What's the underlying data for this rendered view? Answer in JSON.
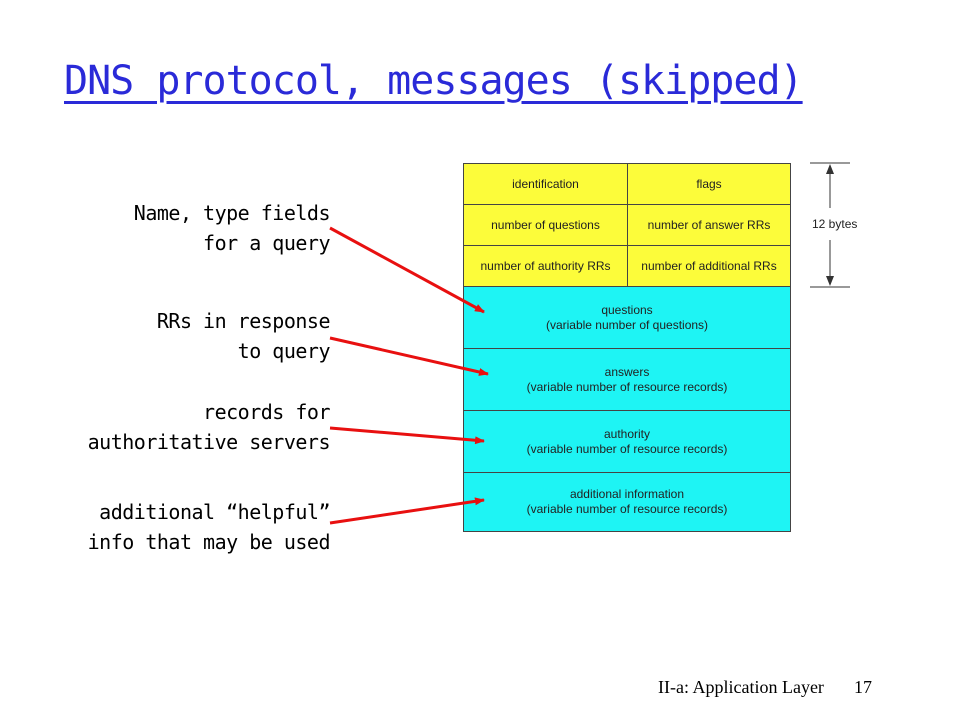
{
  "title": "DNS protocol, messages (skipped)",
  "labels": [
    {
      "line1": "Name, type fields",
      "line2": "for a query"
    },
    {
      "line1": "RRs in response",
      "line2": "to query"
    },
    {
      "line1": "records for",
      "line2": "authoritative servers"
    },
    {
      "line1": "additional “helpful”",
      "line2": "info that may be used"
    }
  ],
  "header_fields": [
    [
      "identification",
      "flags"
    ],
    [
      "number of questions",
      "number of answer RRs"
    ],
    [
      "number of authority RRs",
      "number of additional RRs"
    ]
  ],
  "sections": [
    {
      "name": "questions",
      "desc": "(variable number of questions)"
    },
    {
      "name": "answers",
      "desc": "(variable number of resource records)"
    },
    {
      "name": "authority",
      "desc": "(variable number of resource  records)"
    },
    {
      "name": "additional information",
      "desc": "(variable number of resource records)"
    }
  ],
  "header_size": "12 bytes",
  "footer": {
    "chapter": "II-a: Application Layer",
    "page": "17"
  },
  "colors": {
    "title": "#2a2ad8",
    "header": "#fcfc3a",
    "sections": "#1ef4f4",
    "arrows": "#e81010"
  }
}
